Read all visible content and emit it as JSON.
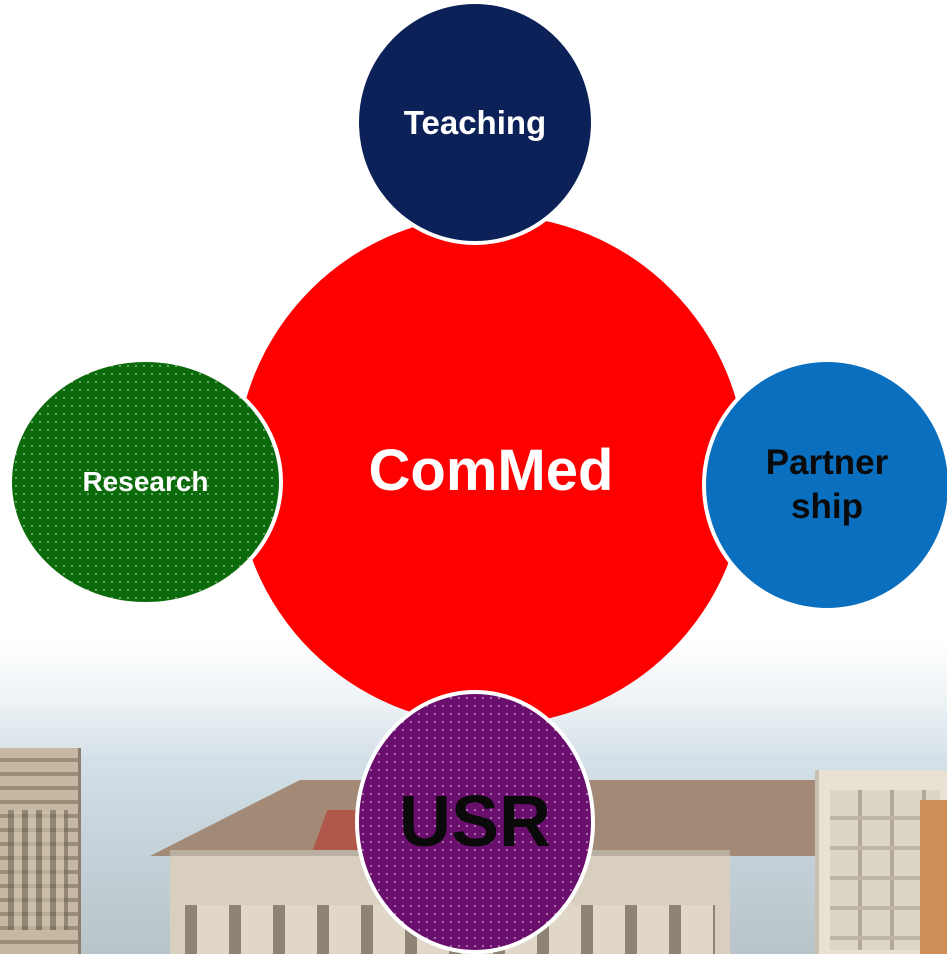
{
  "diagram": {
    "center": {
      "label": "ComMed",
      "color": "#ff0000"
    },
    "satellites": [
      {
        "label": "Teaching",
        "color": "#0d2159",
        "text_color": "#ffffff",
        "pattern": "solid"
      },
      {
        "label": "Research",
        "color": "#0b6b0b",
        "text_color": "#ffffff",
        "pattern": "dotted"
      },
      {
        "label": "Partner\nship",
        "color": "#0a6fbe",
        "text_color": "#0a0a0a",
        "pattern": "solid"
      },
      {
        "label": "USR",
        "color": "#6b0f6e",
        "text_color": "#0a0a0a",
        "pattern": "dotted"
      }
    ]
  }
}
